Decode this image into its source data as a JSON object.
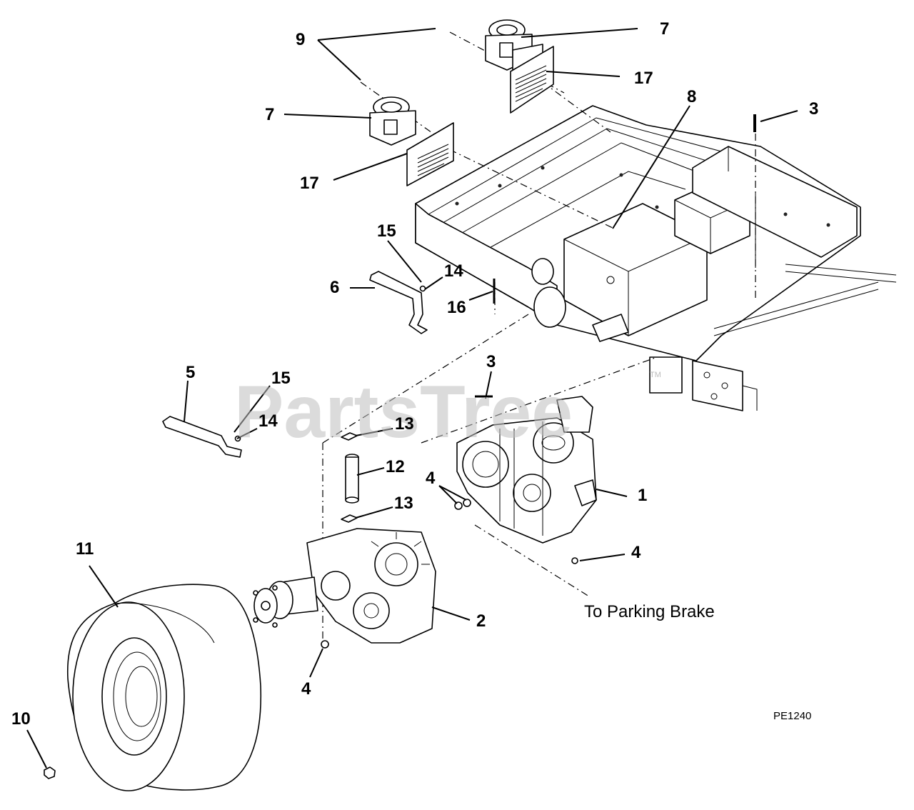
{
  "watermark": {
    "text": "PartsTree",
    "trademark": "TM"
  },
  "diagram_code": "PE1240",
  "annotations": {
    "parking_brake": "To Parking Brake"
  },
  "callouts": {
    "c1": "1",
    "c2": "2",
    "c3a": "3",
    "c3b": "3",
    "c4a": "4",
    "c4b": "4",
    "c4c": "4",
    "c5": "5",
    "c6": "6",
    "c7a": "7",
    "c7b": "7",
    "c8": "8",
    "c9": "9",
    "c10": "10",
    "c11": "11",
    "c12": "12",
    "c13a": "13",
    "c13b": "13",
    "c14a": "14",
    "c14b": "14",
    "c15a": "15",
    "c15b": "15",
    "c16": "16",
    "c17a": "17",
    "c17b": "17"
  }
}
